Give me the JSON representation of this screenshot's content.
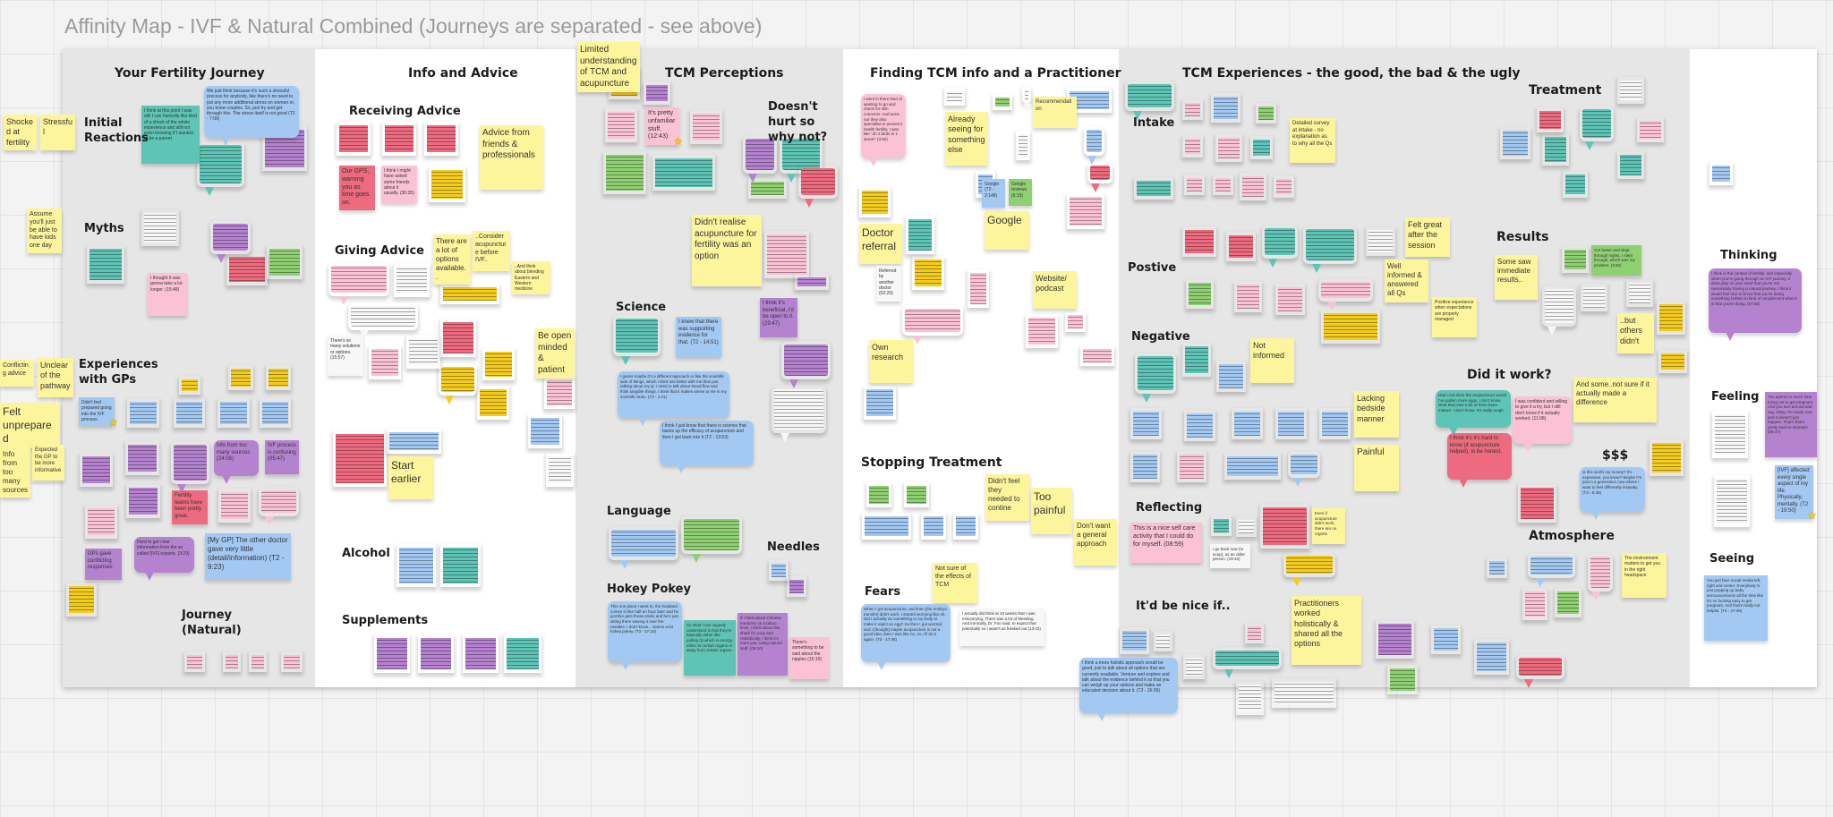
{
  "title": "Affinity Map - IVF & Natural Combined (Journeys are separated - see above)",
  "colors": {
    "yellow": "#fdf59c",
    "gold": "#f4cc1e",
    "pink": "#fbc2d6",
    "red": "#ee6a7e",
    "blue": "#a3c9f3",
    "teal": "#5ec4b6",
    "green": "#8fd072",
    "purple": "#b582d0",
    "white": "#f7f7f7",
    "section_gray": "#e6e6e6",
    "section_white": "#ffffff"
  },
  "sections": {
    "journey": "Your Fertility Journey",
    "info": "Info and Advice",
    "perceptions": "TCM Perceptions",
    "finding": "Finding TCM info and a Practitioner",
    "experiences": "TCM Experiences - the good, the bad & the ugly"
  },
  "subheads": {
    "initial": "Initial Reactions",
    "myths": "Myths",
    "gps": "Experiences with GPs",
    "natural": "Journey (Natural)",
    "receiving": "Receiving Advice",
    "giving": "Giving Advice",
    "alcohol": "Alcohol",
    "supplements": "Supplements",
    "doesnt_hurt": "Doesn't hurt so why not?",
    "science": "Science",
    "language": "Language",
    "needles": "Needles",
    "hokey": "Hokey Pokey",
    "stopping": "Stopping Treatment",
    "fears": "Fears",
    "intake": "Intake",
    "positive": "Postive",
    "negative": "Negative",
    "reflecting": "Reflecting",
    "nice_if": "It'd be nice if..",
    "treatment": "Treatment",
    "results": "Results",
    "did_it_work": "Did it work?",
    "money": "$$$",
    "atmosphere": "Atmosphere",
    "thinking": "Thinking",
    "feeling": "Feeling",
    "seeing": "Seeing"
  },
  "notes": {
    "shocked": "Shocked at fertility",
    "stressful": "Stressful",
    "assume": "Assume you'll just be able to have kids one day",
    "conflicting": "Conflicting advice",
    "unclear": "Unclear of the pathway",
    "unprepared": "Felt unprepared",
    "too_many": "Info from too many sources",
    "expected_gp": "Expected the GP to be more informative",
    "limited": "Limited understanding of TCM and acupuncture",
    "shock_parent": "I think at this point I was still I can honestly like kind of a shock of the whole experience and still not even knowing if I wanted to be a parent",
    "stress_process": "We just think because it's such a stressful process for anybody, like there's no need to put any more additional stress on women or, you know couples. So, just try and get through this. The stress itself is not good (T2 - 7:06)",
    "longer": "I thought it was gonna take a lot longer. (15:48)",
    "didnt_prepared": "Didn't feel prepared going into the IVF process.",
    "info_sources": "Info from too many sources (24:08)",
    "ivf_confusing": "IVF process is confusing (05:47)",
    "fertility_teams": "Fertility teams have been pretty great.",
    "other_doctor": "[My GP] The other doctor gave very little (detail/information) (T2 - 9:23)",
    "gps_conflicting": "GPs gave conflicting responses",
    "hard_info": "Hard to get clear information from the so called [IVF] experts. (3:29)",
    "gps_warning": "Our GPS, warning you as time goes on.",
    "friends_usually": "I think I might have asked some friends about it usually. (30:35)",
    "advice_friends": "Advice from friends & professionals",
    "lot_options": "There are a lot of options available..",
    "consider": "..Consider acupuncture before IVF..",
    "blending": "..And think about blending Eastern and Western medicine",
    "so_many": "There's so many solutions or options. (15:57)",
    "open_minded": "Be open minded & patient",
    "start_earlier": "Start earlier",
    "didnt_realise": "Didn't realise acupuncture for fertility was an option",
    "unfamiliar": "It's pretty unfamiliar stuff. (12:43)",
    "beneficial": "I think it's beneficial, I'd be open to it. (29:47)",
    "knew_evidence": "I knew that there was supporting evidence for that. (T2 - 14:51)",
    "different_approach": "I guess maybe it's a different approach or like the scientific side of things, which I think sits better with me than just talking about my qi. I need to talk about blood flow and think tangible things. I think that it makes sense to me in my scientific brain. (T3 - 1:21)",
    "science_backs": "I think I just know that there is science that backs up the efficacy of acupuncture and then I got back into it (T2 - 13:53)",
    "husband": "This one place I went to, the husband comes in like half an hour later and he just like gets those sticks and he's just sitting there waving it over the needles. I don't know... seems a bit hokey pokey. (T3 - 27:18)",
    "vaguely": "So what I can vaguely understand is that they're basically either like pulling Qi which is energy, either to certain organs or away from certain organs.",
    "chinese_medicine": "If I think about Chinese medicine on a taboo level, I think about like, shark fin soup and realistically, I think it's more just, using natural stuff. (09:10)",
    "nipples": "There's something to be said about the nipples (15:10)",
    "skin": "I went in there kind of wanting to go and check for skin concerns. And turns out they also specialise in women's health fertility. I was like \"oh 2 birds in 1 stone!\" (3:50)",
    "already": "Already seeing for something else",
    "recommendation": "Recommendation",
    "doctor_referral": "Doctor referral",
    "referred": "Referred by another doctor (02:29)",
    "google": "Google",
    "google_small": "Google (T2 - 2:148)",
    "google_reviews": "Google reviews (6:15)",
    "website": "Website/ podcast",
    "own_research": "Own research",
    "didnt_feel": "Didn't feel they needed to contine",
    "too_painful": "Too painful",
    "general": "Don't want a general approach",
    "not_sure_tcm": "Not sure of the effects of TCM",
    "got_acupuncture": "When I got acupuncture, and then [the embryo transfer] didn't work, I started worrying like oh, Did I actually do something to my body to make it reject an egg? So then I got worried and I [thought] maybe acupuncture is not a good idea, then I was like no, no, I'll do it again. (T3 - 17:36)",
    "ten_weeks": "I actually did think at 10 weeks that I was miscarrying. There was a lot of bleeding. And ironically, Dr. Foo said, to expect that potentially so I wasn't as freaked out (13:03)",
    "detailed_survey": "Detailed survey at intake - no explanation as to why all the Qs",
    "felt_great": "Felt great after the session",
    "well_informed": "Well informed & answered all Qs",
    "positive_exp": "Positive experience when expectations are properly managed",
    "not_informed": "Not informed",
    "lacking": "Lacking bedside manner",
    "painful": "Painful",
    "self_care": "This is a nice self care activity that I could do for myself. (08:59)",
    "older": "I go back now (to acup), as an older person. (19:33)",
    "no_regrets": "Even if acupuncture didn't work, there are no regrets",
    "holistic": "I think a more holistic approach would be good, just to talk about all options that are currently available. Venture and explore and talk about the evidence behind it so that you can weigh up your options and make an educated decision about it. (T2 - 26:39)",
    "practitioners": "Practitioners worked holistically & shared all the options",
    "some_saw": "Some saw immediate results..",
    "but_others": "..but others didn't",
    "got_better": "Got better and slept through nights. I slept through, which was my problem. (3:30)",
    "not_sure_diff": "And some..not sure if it actually made a difference",
    "confident": "I was confident and willing to give it a try, but I still don't know if it actually worked. (11:08)",
    "hard_to_know": "I think it's it's hard to know (if acupuncture helped), to be honest.",
    "not_done": "Had I not done the acupuncture would I've gotten more eggs, I don't know what they lose a bit of them been mature. I don't know. It's really tough.",
    "worth_money": "Is this worth my money? It's expensive, you know? Maybe I'm just in a generation now where I want to feel differently instantly. (T3 - 8:39)",
    "environment": "The environment matters to get you in the right headspace",
    "context": "I think in the context of fertility, and especially when you're going through an IVF journey, it does play on your mind that you're not necessarily having a natural journey. I think it would feel nice to know that you're doing something holistic to kind of complement what it is that you're doing. (07:56)",
    "trying": "You spend so much time trying not to get pregnant. And you turn around and say, Okay, I'm ready now and it doesn't just happen. That's that's pretty hard to stomach. (08:47)",
    "affected": "[IVF] affected every single aspect of my life. Physically, mentally. (T2 - 19:50)",
    "social_media": "You just face social media left, right and center. Everybody is just popping up baby announcements all the time like it's so fucking easy to get pregnant. And that's really not helpful. (T2 - 27:39)"
  }
}
